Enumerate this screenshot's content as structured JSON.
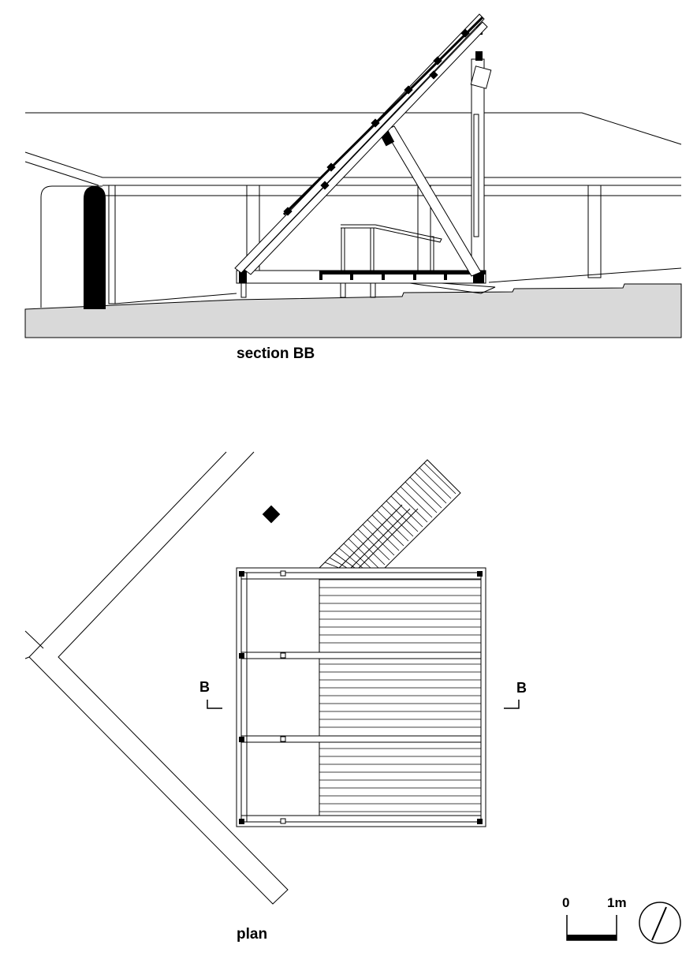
{
  "section": {
    "title": "section BB"
  },
  "plan": {
    "title": "plan",
    "cut_left": "B",
    "cut_right": "B"
  },
  "scale": {
    "zero": "0",
    "one": "1m"
  },
  "colors": {
    "ground": "#d9d9d9",
    "ink": "#000000",
    "paper": "#ffffff"
  },
  "icons": {
    "north": "north-arrow-icon"
  }
}
